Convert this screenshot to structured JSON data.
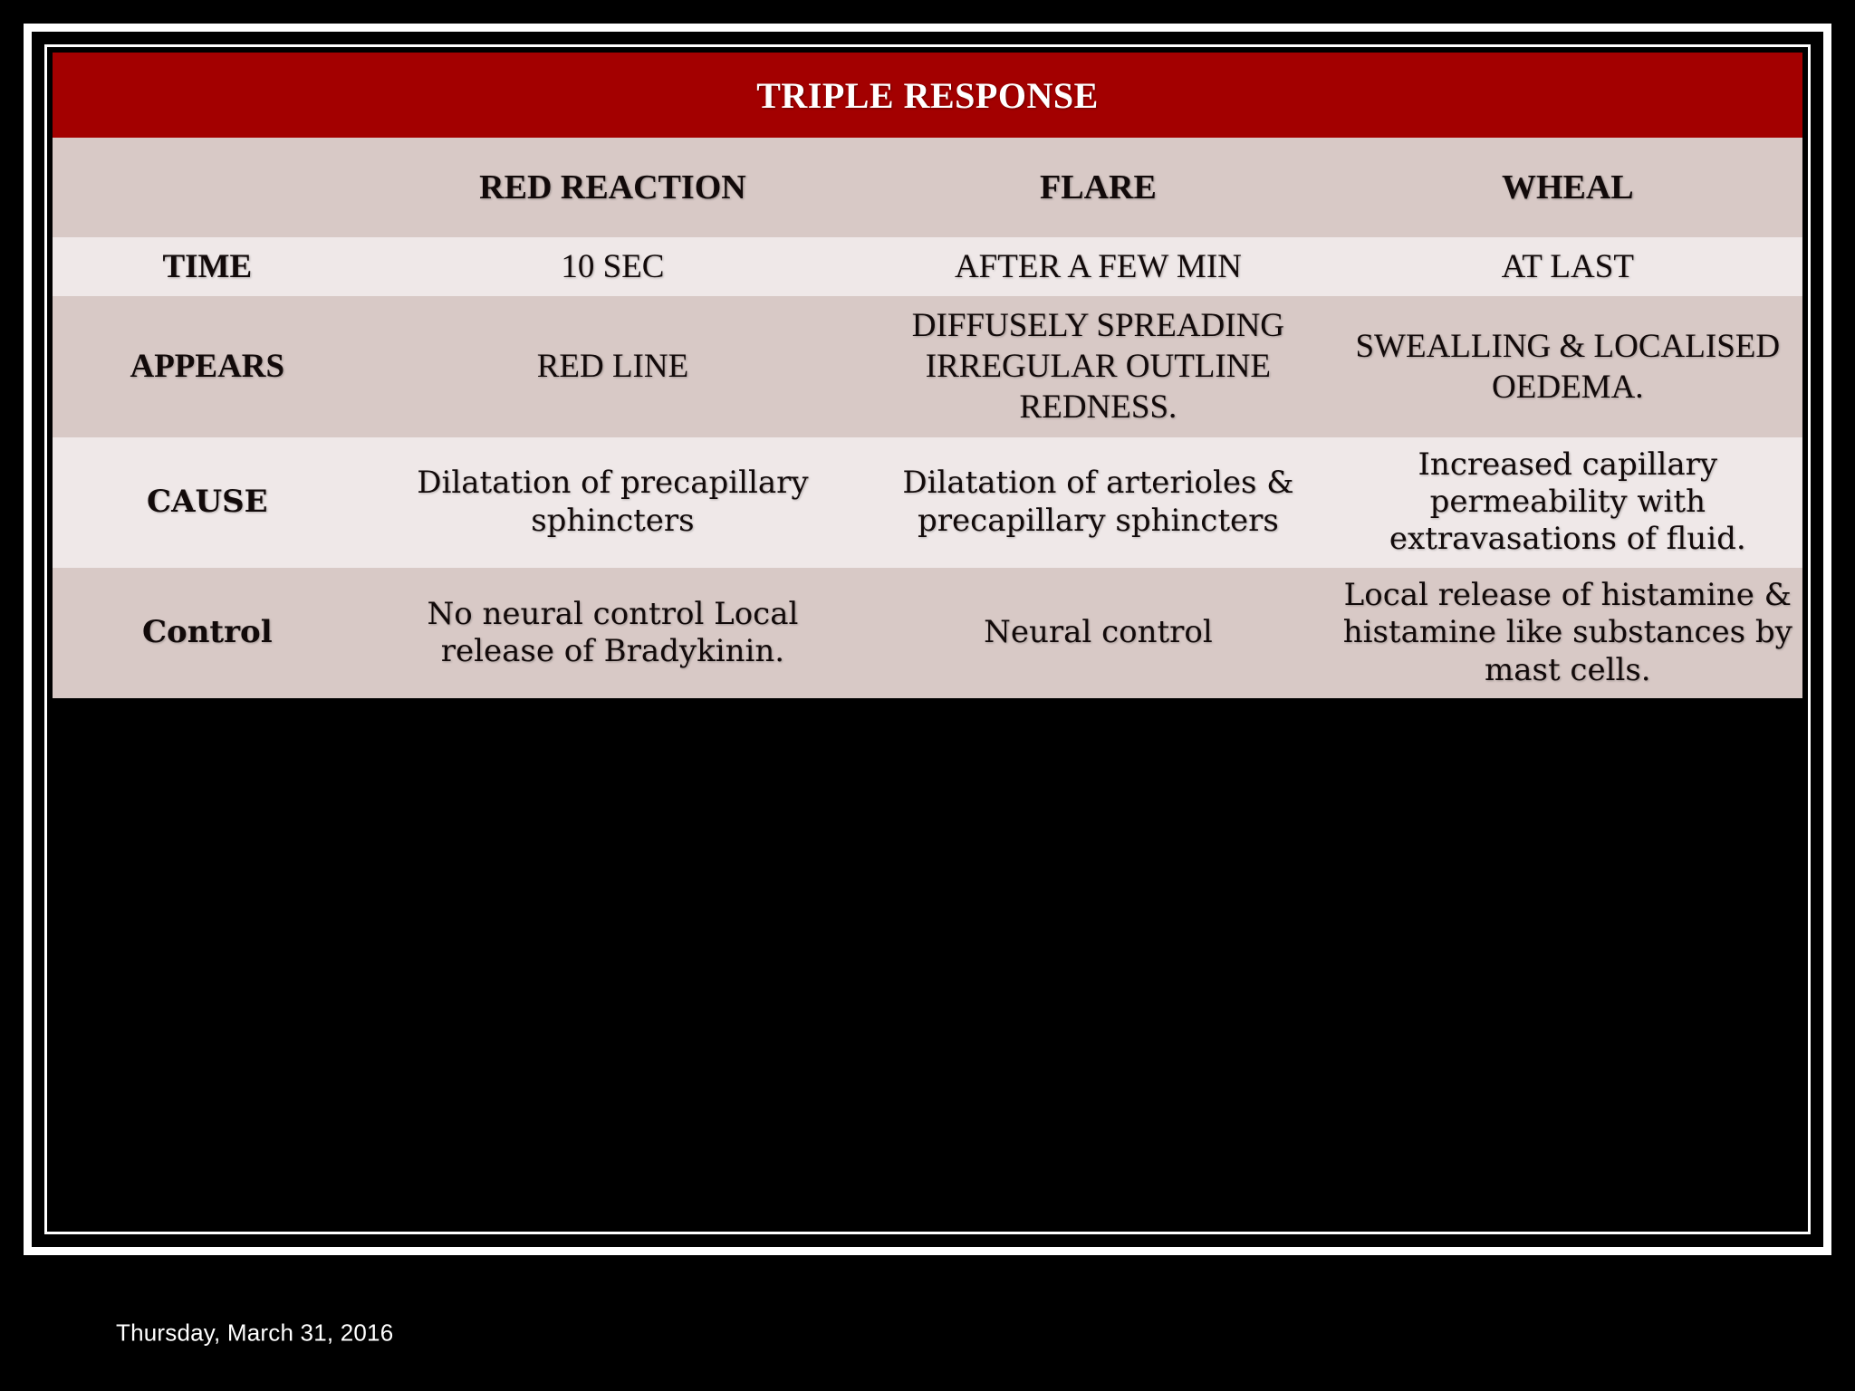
{
  "slide": {
    "title": "TRIPLE RESPONSE",
    "footer_date": "Thursday, March 31, 2016",
    "colors": {
      "title_bar": "#a30000",
      "band_dark": "#d8c9c6",
      "band_light": "#efe8e8",
      "frame_white": "#ffffff",
      "background": "#000000",
      "text": "#120a0a",
      "title_text": "#ffffff"
    }
  },
  "table": {
    "columns": [
      "",
      "RED REACTION",
      "FLARE",
      "WHEAL"
    ],
    "rows": [
      {
        "label": "TIME",
        "style": "upper",
        "band": "light",
        "cells": [
          "10 SEC",
          "AFTER A FEW MIN",
          "AT LAST"
        ]
      },
      {
        "label": "APPEARS",
        "style": "upper",
        "band": "dark",
        "cells": [
          "RED LINE",
          "DIFFUSELY SPREADING IRREGULAR OUTLINE REDNESS.",
          "SWEALLING & LOCALISED OEDEMA."
        ]
      },
      {
        "label": "CAUSE",
        "style": "mixed",
        "band": "light",
        "cells": [
          "Dilatation of precapillary sphincters",
          "Dilatation of arterioles & precapillary sphincters",
          "Increased capillary permeability with extravasations of fluid."
        ]
      },
      {
        "label": "Control",
        "style": "mixed",
        "band": "dark",
        "cells": [
          "No neural control Local release of Bradykinin.",
          "Neural control",
          "Local release of histamine & histamine like substances by mast cells."
        ]
      }
    ]
  }
}
